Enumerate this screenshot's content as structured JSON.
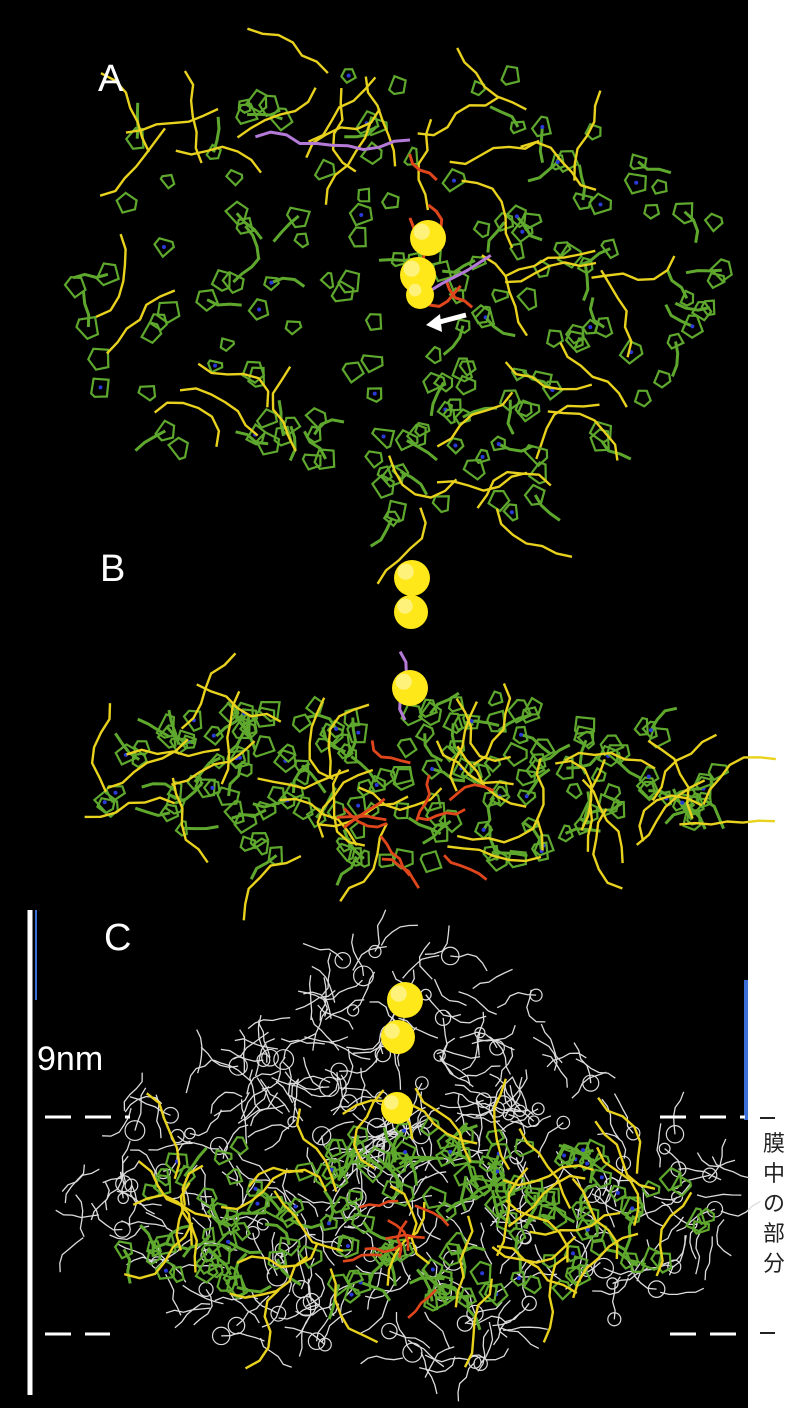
{
  "figure": {
    "panels": [
      {
        "id": "A",
        "label": "A"
      },
      {
        "id": "B",
        "label": "B"
      },
      {
        "id": "C",
        "label": "C"
      }
    ],
    "scale_bar_label": "9nm",
    "membrane_caption": [
      "膜",
      "中",
      "の",
      "部",
      "分"
    ]
  },
  "colors": {
    "background": "#000000",
    "chlorophyll_green": "#5fa82e",
    "carotenoid_yellow": "#e8d21e",
    "cluster_yellow": "#ffe81a",
    "red_cofactor": "#e0461c",
    "purple_chain": "#b47ad8",
    "protein_backbone_white": "#dcdcdc",
    "scale_bar": "#ffffff"
  }
}
